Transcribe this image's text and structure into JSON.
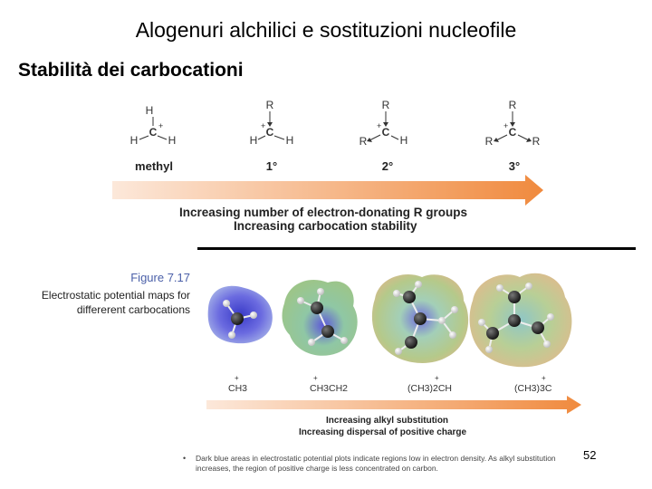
{
  "slide": {
    "title": "Alogenuri alchilici e sostituzioni nucleofile",
    "subtitle": "Stabilità dei carbocationi",
    "page_number": "52"
  },
  "top_figure": {
    "structures": [
      {
        "label": "methyl",
        "substituents": [
          "H",
          "H",
          "H"
        ]
      },
      {
        "label": "1°",
        "substituents": [
          "R",
          "H",
          "H"
        ]
      },
      {
        "label": "2°",
        "substituents": [
          "R",
          "R",
          "H"
        ]
      },
      {
        "label": "3°",
        "substituents": [
          "R",
          "R",
          "R"
        ]
      }
    ],
    "center_atom": "C",
    "charge": "+",
    "arrow_caption_1": "Increasing number of electron-donating R groups",
    "arrow_caption_2": "Increasing carbocation stability",
    "arrow_color_start": "#fbe3d2",
    "arrow_color_end": "#f08a3e"
  },
  "figure_label": {
    "number": "Figure 7.17",
    "caption_line1": "Electrostatic potential maps for",
    "caption_line2": "differerent carbocations"
  },
  "bottom_figure": {
    "formulas": [
      "CH3",
      "CH3CH2",
      "(CH3)2CH",
      "(CH3)3C"
    ],
    "arrow_caption_1": "Increasing alkyl substitution",
    "arrow_caption_2": "Increasing dispersal of positive charge",
    "bullet_text": "Dark blue areas in electrostatic potential plots indicate regions low in electron density. As alkyl substitution increases, the region of positive charge is less concentrated on carbon."
  }
}
